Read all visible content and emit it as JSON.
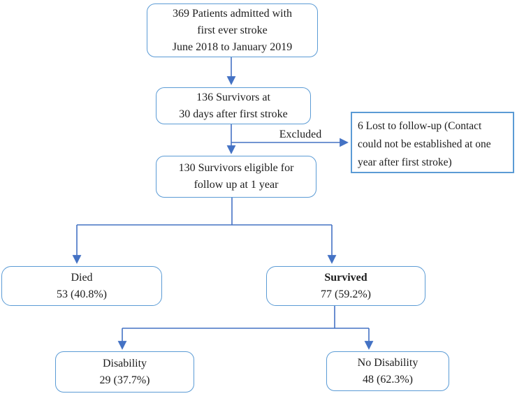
{
  "diagram": {
    "nodes": {
      "admitted": {
        "lines": [
          "369 Patients admitted with",
          "first ever stroke",
          "June 2018 to January 2019"
        ]
      },
      "survivors_30_days": {
        "lines": [
          "136 Survivors at",
          "30 days after first stroke"
        ]
      },
      "lost_to_followup": {
        "lines": [
          "6 Lost to follow-up (Contact",
          "could not be established at one",
          "year after first stroke)"
        ]
      },
      "eligible_1_year": {
        "lines": [
          "130 Survivors eligible for",
          "follow up at 1 year"
        ]
      },
      "died": {
        "lines": [
          "Died",
          "53 (40.8%)"
        ]
      },
      "survived": {
        "lines": [
          "Survived",
          "77 (59.2%)"
        ]
      },
      "disability": {
        "lines": [
          "Disability",
          "29 (37.7%)"
        ]
      },
      "no_disability": {
        "lines": [
          "No Disability",
          "48 (62.3%)"
        ]
      }
    },
    "labels": {
      "excluded": "Excluded"
    },
    "colors": {
      "box_border": "#5b9bd5",
      "connector": "#4472c4",
      "text": "#1c1c1c",
      "background": "#ffffff"
    }
  }
}
